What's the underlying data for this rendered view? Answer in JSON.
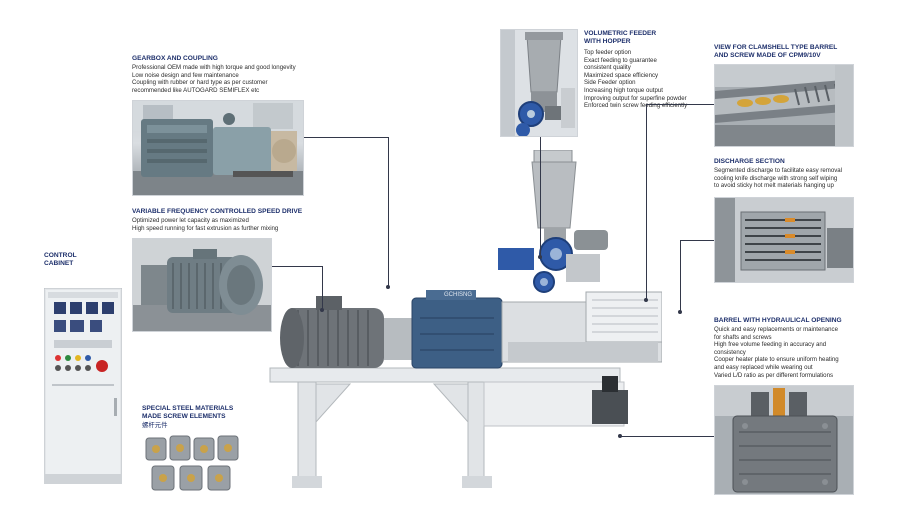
{
  "sections": {
    "gearbox": {
      "title": "GEARBOX AND COUPLING",
      "lines": [
        "Professional OEM made with high torque and good longevity",
        "Low noise design and few maintenance",
        "Coupling with rubber or hard type as per customer",
        "recommended like AUTOGARD SEMIFLEX etc"
      ]
    },
    "vfd": {
      "title": "VARIABLE FREQUENCY CONTROLLED SPEED DRIVE",
      "lines": [
        "Optimized power let capacity as maximized",
        "High speed running for fast extrusion as further mixing"
      ]
    },
    "control": {
      "title_line1": "CONTROL",
      "title_line2": "CABINET"
    },
    "steel": {
      "title_line1": "SPECIAL STEEL MATERIALS",
      "title_line2": "MADE SCREW ELEMENTS",
      "chinese": "螺杆元件"
    },
    "feeder": {
      "title_line1": "VOLUMETRIC FEEDER",
      "title_line2": "WITH HOPPER",
      "lines": [
        "Top feeder option",
        "Exact feeding to guarantee",
        "consistent quality",
        "Maximized space efficiency",
        "Side Feeder option",
        "Increasing high torque output",
        "Improving output for superfine powder",
        "Enforced twin screw feeding efficiently"
      ]
    },
    "clamshell": {
      "title_line1": "VIEW FOR CLAMSHELL TYPE BARREL",
      "title_line2": "AND SCREW MADE OF CPM9/10V"
    },
    "discharge": {
      "title": "DISCHARGE SECTION",
      "lines": [
        "Segmented discharge to facilitate easy removal",
        "cooling knife discharge with strong self wiping",
        "to avoid sticky hot melt materials hanging up"
      ]
    },
    "barrel": {
      "title": "BARREL WITH HYDRAULICAL OPENING",
      "lines": [
        "Quick and easy replacements or maintenance",
        "for shafts and screws",
        "High free volume feeding in accuracy and",
        "consistency",
        "Cooper heater plate to ensure uniform  heating",
        "and easy replaced while wearing out",
        "Varied L/D ratio as per different formulations"
      ]
    }
  },
  "machine": {
    "gearbox_nameplate": "GCHISNG"
  },
  "colors": {
    "heading": "#1d2f6b",
    "motor_blue": "#2f5aa8",
    "gearbox_blue": "#3d5f85",
    "machine_white": "#e9ecef",
    "leader": "#33384a"
  }
}
